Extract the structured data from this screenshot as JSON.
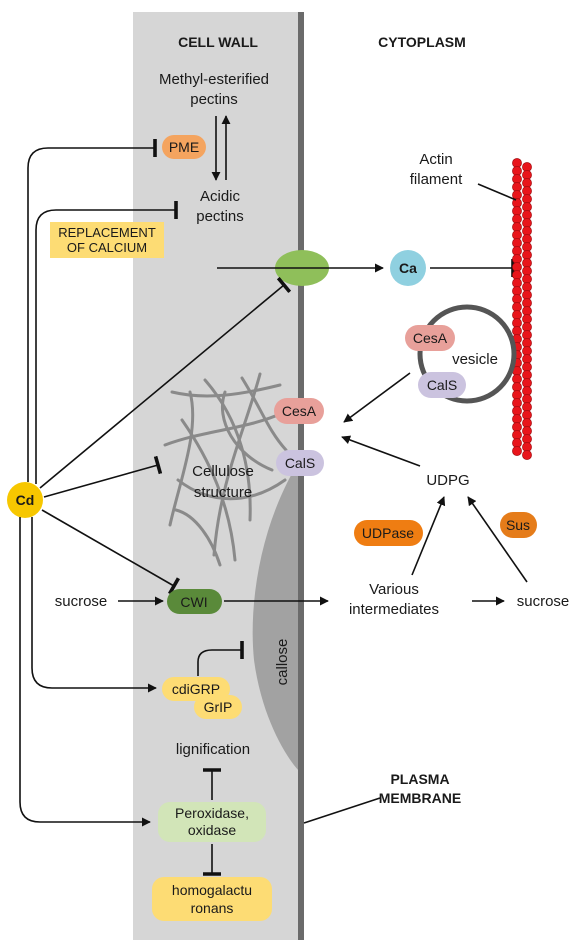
{
  "regions": {
    "cell_wall": "CELL WALL",
    "cytoplasm": "CYTOPLASM",
    "plasma_membrane_line1": "PLASMA",
    "plasma_membrane_line2": "MEMBRANE"
  },
  "labels": {
    "methyl_line1": "Methyl-esterified",
    "methyl_line2": "pectins",
    "acidic_line1": "Acidic",
    "acidic_line2": "pectins",
    "replacement_line1": "REPLACEMENT",
    "replacement_line2": "OF CALCIUM",
    "actin_line1": "Actin",
    "actin_line2": "filament",
    "vesicle": "vesicle",
    "cellulose_line1": "Cellulose",
    "cellulose_line2": "structure",
    "udpg": "UDPG",
    "sucrose_left": "sucrose",
    "various_line1": "Various",
    "various_line2": "intermediates",
    "sucrose_right": "sucrose",
    "callose": "callose",
    "lignification": "lignification"
  },
  "nodes": {
    "pme": "PME",
    "ca": "Ca",
    "cesa_vesicle": "CesA",
    "cals_vesicle": "CalS",
    "cesa_wall": "CesA",
    "cals_wall": "CalS",
    "cd": "Cd",
    "udpase": "UDPase",
    "sus": "Sus",
    "cwi": "CWI",
    "cdigrp": "cdiGRP",
    "grip": "GrIP",
    "peroxidase_line1": "Peroxidase,",
    "peroxidase_line2": "oxidase",
    "homogal_line1": "homogalactu",
    "homogal_line2": "ronans"
  },
  "colors": {
    "cell_wall_bg": "#d6d6d6",
    "membrane": "#6b6b6b",
    "callose": "#a2a2a2",
    "pme": "#f4a45f",
    "cd": "#f7c700",
    "yellow_box": "#fddc74",
    "ca": "#8fd0e0",
    "channel": "#8fbf5a",
    "cesa": "#e8a09a",
    "cals": "#cbc3df",
    "udpase": "#ef7d12",
    "sus": "#e57c1a",
    "cwi": "#5a8a3a",
    "peroxidase": "#d2e5b8",
    "actin": "#e8151b"
  }
}
